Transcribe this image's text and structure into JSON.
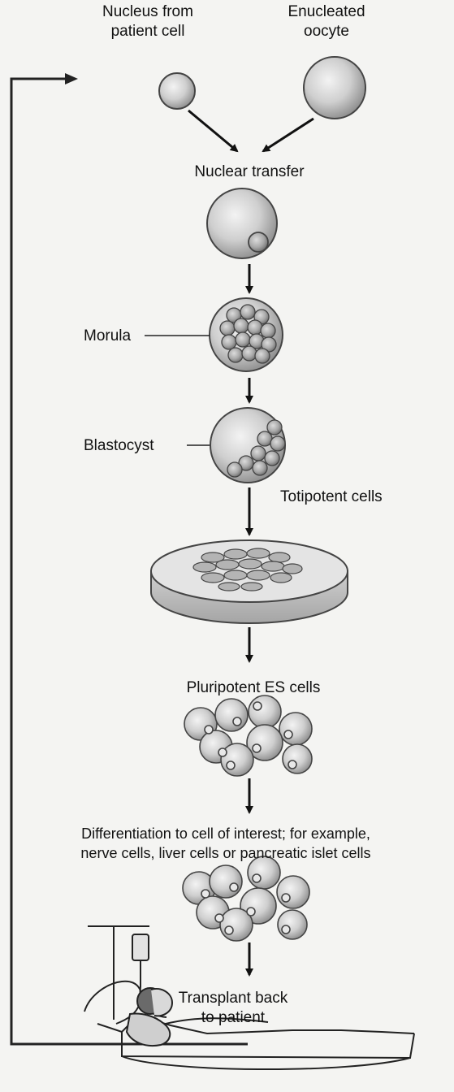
{
  "labels": {
    "nucleus_line1": "Nucleus from",
    "nucleus_line2": "patient cell",
    "oocyte_line1": "Enucleated",
    "oocyte_line2": "oocyte",
    "nuclear_transfer": "Nuclear transfer",
    "morula": "Morula",
    "blastocyst": "Blastocyst",
    "totipotent": "Totipotent cells",
    "pluripotent": "Pluripotent ES cells",
    "differentiation_line1": "Differentiation to cell of interest; for example,",
    "differentiation_line2": "nerve cells, liver cells or pancreatic islet cells",
    "transplant_line1": "Transplant back",
    "transplant_line2": "to patient"
  }
}
